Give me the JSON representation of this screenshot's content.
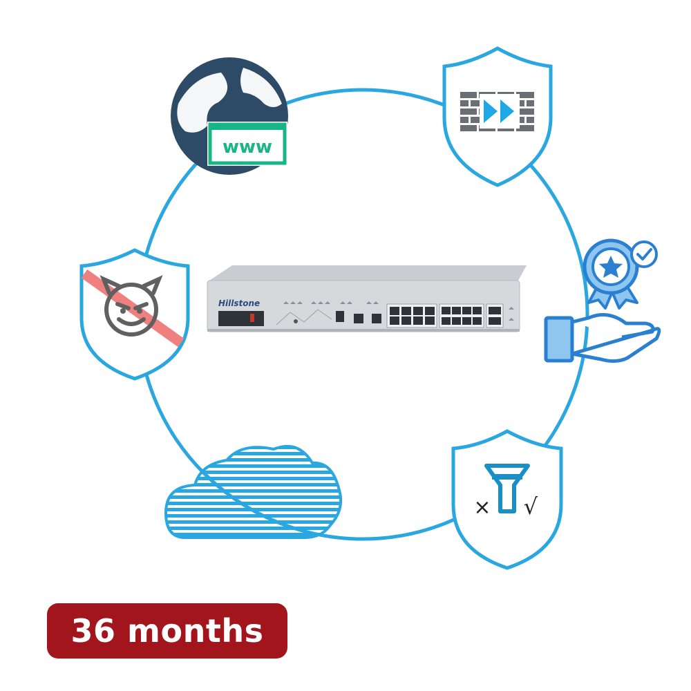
{
  "colors": {
    "ring": "#2aa6e0",
    "shield_fill": "#ffffff",
    "globe": "#2d4a66",
    "www_green": "#17b587",
    "firewall_gray": "#6b6e75",
    "arrow_blue": "#1fa8e6",
    "devil_gray": "#606060",
    "prohibit_red": "#f08080",
    "award_blue": "#2a7fd0",
    "cloud_blue": "#2aa6e0",
    "badge_red": "#a3151c",
    "device_body": "#d6d9dc",
    "device_dark": "#2e3338"
  },
  "icons": {
    "globe": "globe-www-icon",
    "firewall": "firewall-shield-icon",
    "threat": "threat-block-shield-icon",
    "award": "certified-award-hand-icon",
    "cloud": "cloud-icon",
    "filter": "filter-shield-icon"
  },
  "device": {
    "brand": "Hillstone"
  },
  "globe": {
    "www_label": "www"
  },
  "filter": {
    "reject_mark": "×",
    "accept_mark": "√"
  },
  "badge": {
    "label": "36 months"
  }
}
